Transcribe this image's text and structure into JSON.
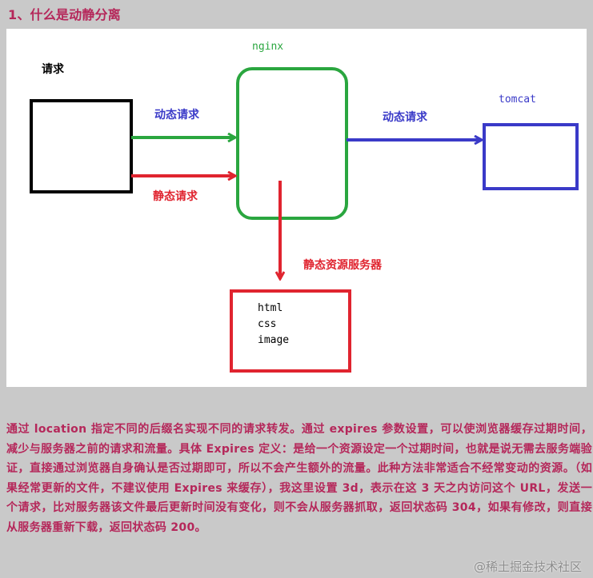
{
  "section": {
    "title": "1、什么是动静分离"
  },
  "diagram": {
    "client_label": "请求",
    "nginx_label": "nginx",
    "tomcat_label": "tomcat",
    "dynamic_request_left": "动态请求",
    "static_request": "静态请求",
    "dynamic_request_right": "动态请求",
    "static_server_label": "静态资源服务器",
    "static_files": [
      "html",
      "css",
      "image"
    ],
    "colors": {
      "client": "#000000",
      "nginx": "#2aa63f",
      "tomcat": "#3a3ac8",
      "static": "#e0242f",
      "dynamic_text": "#3a3ac8",
      "static_text": "#e0242f"
    }
  },
  "description": "通过 location 指定不同的后缀名实现不同的请求转发。通过 expires 参数设置，可以使浏览器缓存过期时间，减少与服务器之前的请求和流量。具体 Expires 定义：是给一个资源设定一个过期时间，也就是说无需去服务端验证，直接通过浏览器自身确认是否过期即可，所以不会产生额外的流量。此种方法非常适合不经常变动的资源。（如果经常更新的文件，不建议使用 Expires 来缓存），我这里设置 3d，表示在这 3 天之内访问这个 URL，发送一个请求，比对服务器该文件最后更新时间没有变化，则不会从服务器抓取，返回状态码 304，如果有修改，则直接从服务器重新下载，返回状态码 200。",
  "watermark": "@稀土掘金技术社区"
}
